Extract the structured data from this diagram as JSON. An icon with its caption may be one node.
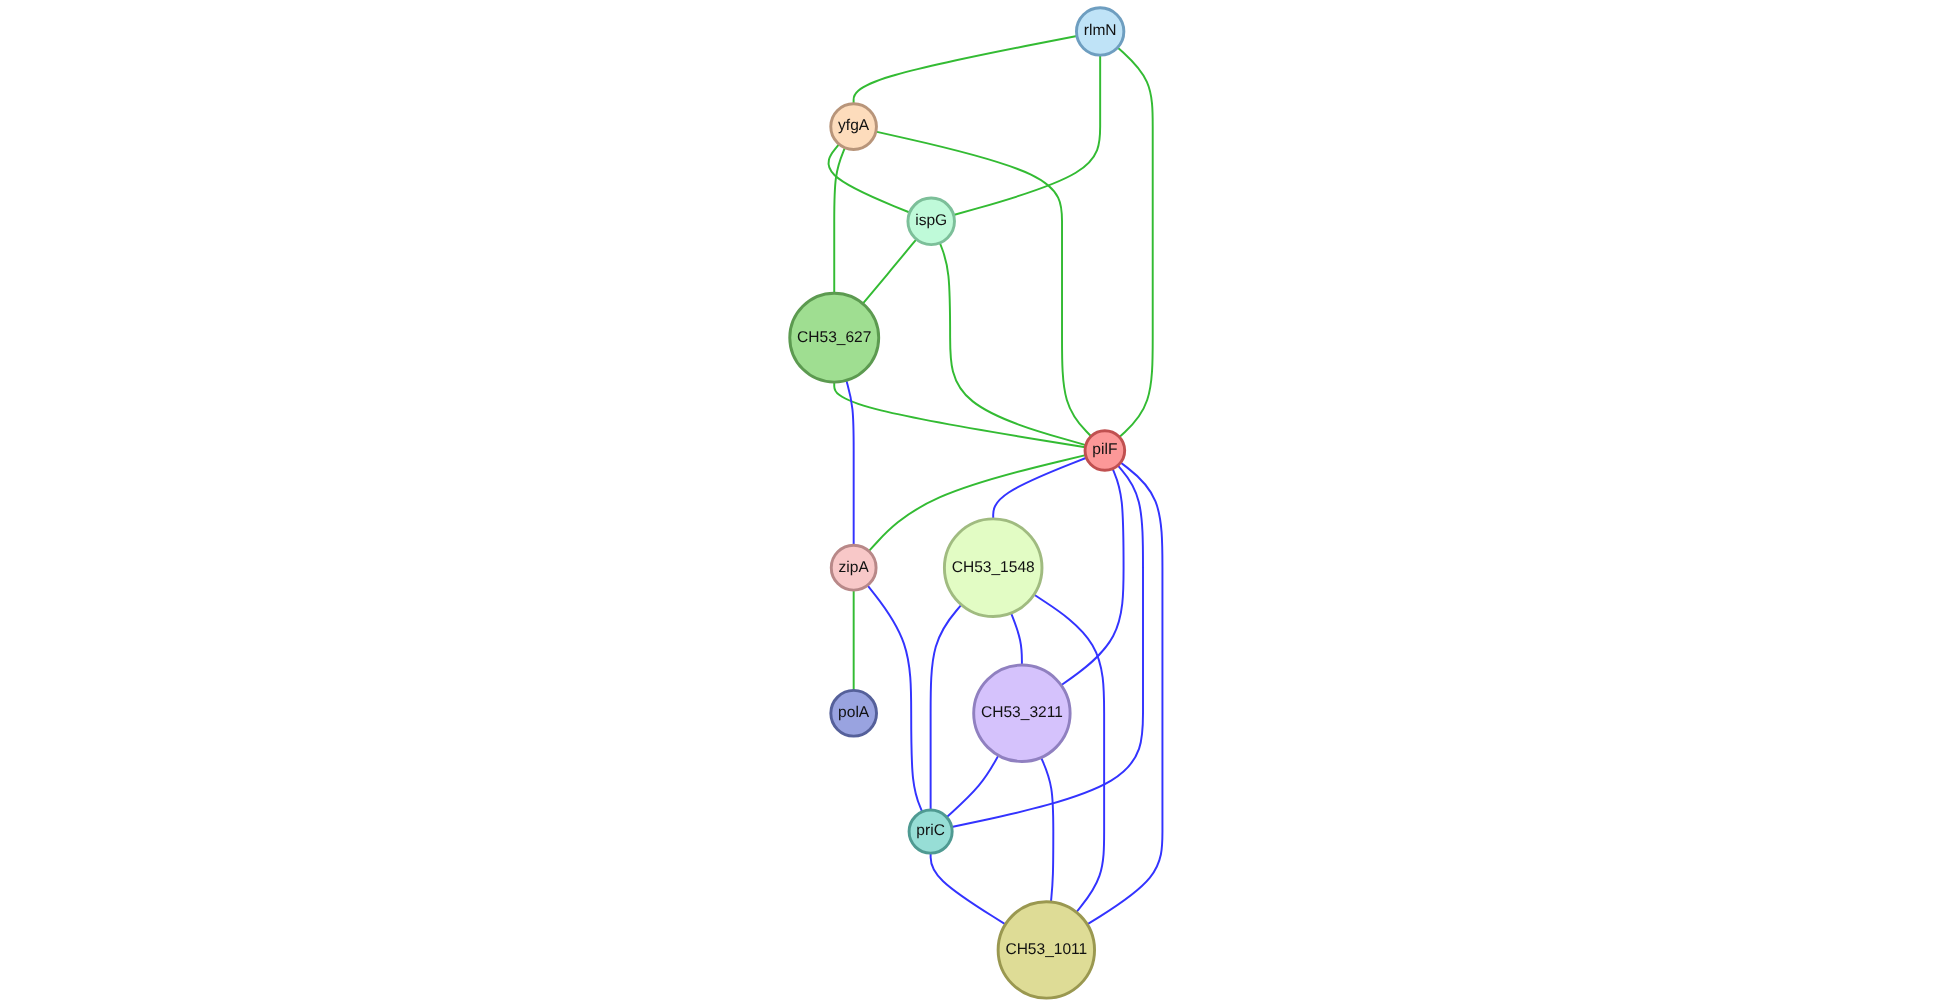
{
  "diagram": {
    "nodes": [
      {
        "text": [
          "yfgA"
        ]
      },
      {
        "text": [
          "rlmN"
        ]
      },
      {
        "text": [
          "ispG"
        ]
      },
      {
        "text": [
          "CH53_627"
        ]
      },
      {
        "text": [
          "pilF"
        ]
      },
      {
        "text": [
          "zipA"
        ]
      },
      {
        "text": [
          "CH53_1548"
        ]
      },
      {
        "text": [
          "polA"
        ]
      },
      {
        "text": [
          "priC"
        ]
      },
      {
        "text": [
          "CH53_3211"
        ]
      },
      {
        "text": [
          "CH53_1011"
        ]
      }
    ],
    "edges": [
      {
        "from": 1,
        "to": 0,
        "arrow": "none",
        "color": "#33bb33"
      },
      {
        "from": 1,
        "to": 2,
        "arrow": "none",
        "color": "#33bb33"
      },
      {
        "from": 1,
        "to": 4,
        "arrow": "none",
        "color": "#33bb33"
      },
      {
        "from": 0,
        "to": 2,
        "arrow": "none",
        "color": "#33bb33"
      },
      {
        "from": 0,
        "to": 3,
        "arrow": "none",
        "color": "#33bb33"
      },
      {
        "from": 0,
        "to": 4,
        "arrow": "none",
        "color": "#33bb33"
      },
      {
        "from": 2,
        "to": 3,
        "arrow": "none",
        "color": "#33bb33"
      },
      {
        "from": 2,
        "to": 4,
        "arrow": "none",
        "color": "#33bb33"
      },
      {
        "from": 3,
        "to": 4,
        "arrow": "none",
        "color": "#33bb33"
      },
      {
        "from": 3,
        "to": 5,
        "arrow": "none"
      },
      {
        "from": 4,
        "to": 5,
        "arrow": "none",
        "color": "#33bb33"
      },
      {
        "from": 4,
        "to": 6,
        "arrow": "none"
      },
      {
        "from": 4,
        "to": 9,
        "arrow": "none"
      },
      {
        "from": 4,
        "to": 8,
        "arrow": "none"
      },
      {
        "from": 4,
        "to": 10,
        "arrow": "none"
      },
      {
        "from": 5,
        "to": 7,
        "arrow": "none",
        "color": "#33bb33"
      },
      {
        "from": 5,
        "to": 8,
        "arrow": "none"
      },
      {
        "from": 6,
        "to": 8,
        "arrow": "none"
      },
      {
        "from": 6,
        "to": 9,
        "arrow": "none"
      },
      {
        "from": 6,
        "to": 10,
        "arrow": "none"
      },
      {
        "from": 9,
        "to": 8,
        "arrow": "none"
      },
      {
        "from": 9,
        "to": 10,
        "arrow": "none"
      },
      {
        "from": 8,
        "to": 10,
        "arrow": "none"
      }
    ]
  }
}
